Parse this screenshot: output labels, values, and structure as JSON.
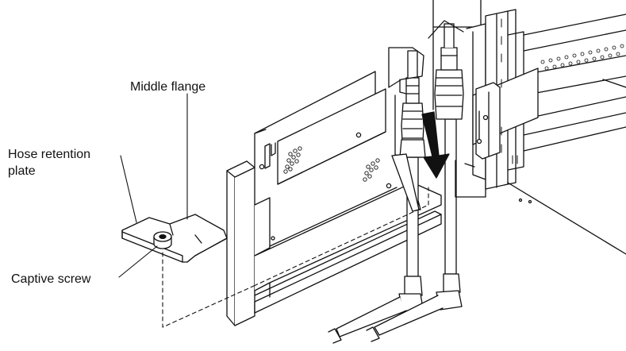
{
  "callouts": {
    "middle_flange": "Middle flange",
    "hose_retention_plate_line1": "Hose retention",
    "hose_retention_plate_line2": "plate",
    "captive_screw": "Captive screw"
  }
}
